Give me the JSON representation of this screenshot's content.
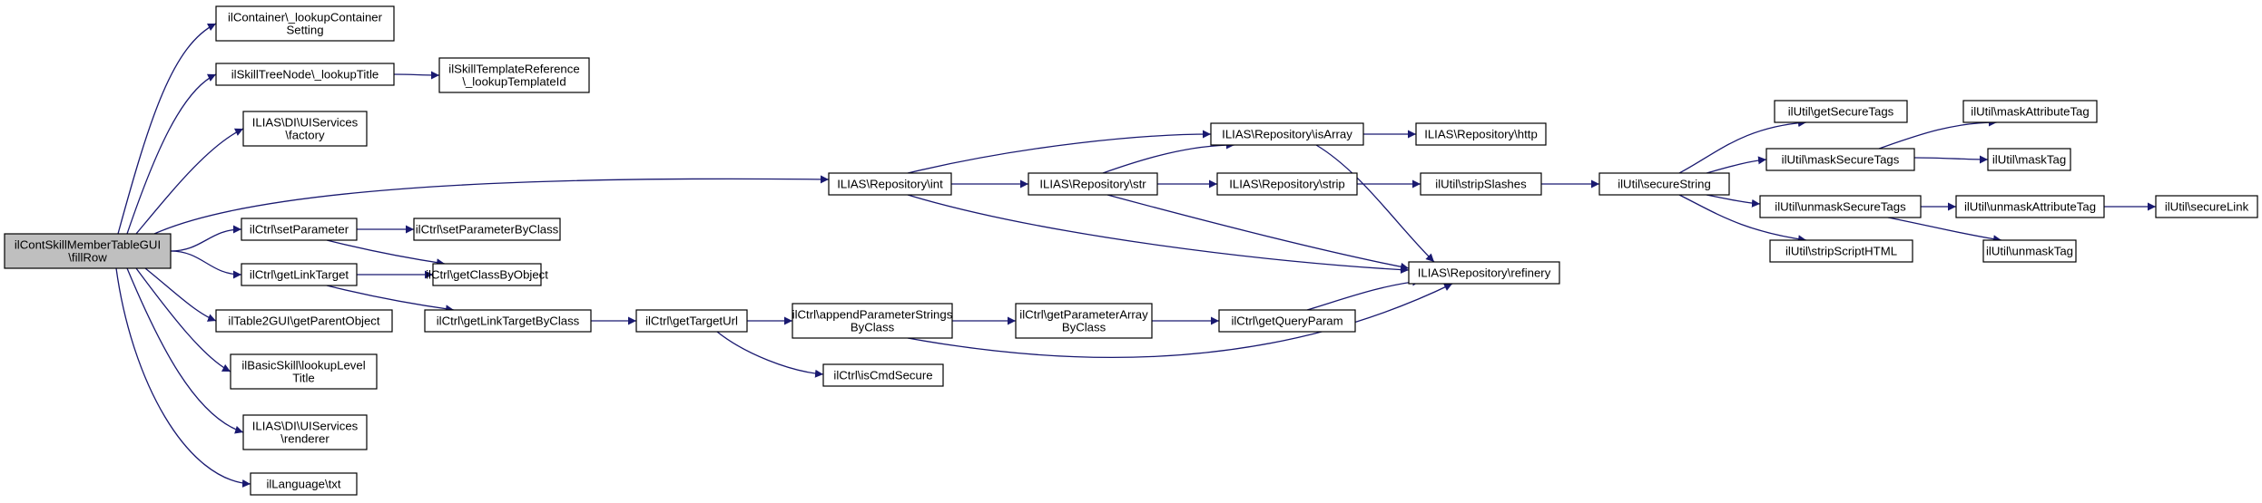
{
  "diagram": {
    "type": "call-graph",
    "colors": {
      "edge": "#191970",
      "node_border": "#000000",
      "root_fill": "#bfbfbf",
      "node_fill": "#ffffff"
    },
    "nodes": [
      {
        "id": "root",
        "lines": [
          "ilContSkillMemberTableGUI",
          "\\fillRow"
        ],
        "root": true
      },
      {
        "id": "lookupContainer",
        "lines": [
          "ilContainer\\_lookupContainer",
          "Setting"
        ]
      },
      {
        "id": "skillTreeLookup",
        "lines": [
          "ilSkillTreeNode\\_lookupTitle"
        ]
      },
      {
        "id": "skillTemplateRef",
        "lines": [
          "ilSkillTemplateReference",
          "\\_lookupTemplateId"
        ]
      },
      {
        "id": "uiFactory",
        "lines": [
          "ILIAS\\DI\\UIServices",
          "\\factory"
        ]
      },
      {
        "id": "repoInt",
        "lines": [
          "ILIAS\\Repository\\int"
        ]
      },
      {
        "id": "repoIsArray",
        "lines": [
          "ILIAS\\Repository\\isArray"
        ]
      },
      {
        "id": "repoHttp",
        "lines": [
          "ILIAS\\Repository\\http"
        ]
      },
      {
        "id": "repoStr",
        "lines": [
          "ILIAS\\Repository\\str"
        ]
      },
      {
        "id": "repoStrip",
        "lines": [
          "ILIAS\\Repository\\strip"
        ]
      },
      {
        "id": "stripSlashes",
        "lines": [
          "ilUtil\\stripSlashes"
        ]
      },
      {
        "id": "secureString",
        "lines": [
          "ilUtil\\secureString"
        ]
      },
      {
        "id": "getSecureTags",
        "lines": [
          "ilUtil\\getSecureTags"
        ]
      },
      {
        "id": "maskSecureTags",
        "lines": [
          "ilUtil\\maskSecureTags"
        ]
      },
      {
        "id": "maskAttributeTag",
        "lines": [
          "ilUtil\\maskAttributeTag"
        ]
      },
      {
        "id": "maskTag",
        "lines": [
          "ilUtil\\maskTag"
        ]
      },
      {
        "id": "unmaskSecureTags",
        "lines": [
          "ilUtil\\unmaskSecureTags"
        ]
      },
      {
        "id": "unmaskAttributeTag",
        "lines": [
          "ilUtil\\unmaskAttributeTag"
        ]
      },
      {
        "id": "secureLink",
        "lines": [
          "ilUtil\\secureLink"
        ]
      },
      {
        "id": "unmaskTag",
        "lines": [
          "ilUtil\\unmaskTag"
        ]
      },
      {
        "id": "stripScriptHTML",
        "lines": [
          "ilUtil\\stripScriptHTML"
        ]
      },
      {
        "id": "repoRefinery",
        "lines": [
          "ILIAS\\Repository\\refinery"
        ]
      },
      {
        "id": "setParameter",
        "lines": [
          "ilCtrl\\setParameter"
        ]
      },
      {
        "id": "setParameterByClass",
        "lines": [
          "ilCtrl\\setParameterByClass"
        ]
      },
      {
        "id": "getLinkTarget",
        "lines": [
          "ilCtrl\\getLinkTarget"
        ]
      },
      {
        "id": "getClassByObject",
        "lines": [
          "ilCtrl\\getClassByObject"
        ]
      },
      {
        "id": "getParentObject",
        "lines": [
          "ilTable2GUI\\getParentObject"
        ]
      },
      {
        "id": "getLinkTargetByClass",
        "lines": [
          "ilCtrl\\getLinkTargetByClass"
        ]
      },
      {
        "id": "getTargetUrl",
        "lines": [
          "ilCtrl\\getTargetUrl"
        ]
      },
      {
        "id": "appendParamStrings",
        "lines": [
          "ilCtrl\\appendParameterStrings",
          "ByClass"
        ]
      },
      {
        "id": "getParamArray",
        "lines": [
          "ilCtrl\\getParameterArray",
          "ByClass"
        ]
      },
      {
        "id": "getQueryParam",
        "lines": [
          "ilCtrl\\getQueryParam"
        ]
      },
      {
        "id": "isCmdSecure",
        "lines": [
          "ilCtrl\\isCmdSecure"
        ]
      },
      {
        "id": "lookupLevelTitle",
        "lines": [
          "ilBasicSkill\\lookupLevel",
          "Title"
        ]
      },
      {
        "id": "uiRenderer",
        "lines": [
          "ILIAS\\DI\\UIServices",
          "\\renderer"
        ]
      },
      {
        "id": "languageTxt",
        "lines": [
          "ilLanguage\\txt"
        ]
      }
    ],
    "edges": [
      {
        "from": "root",
        "to": "lookupContainer"
      },
      {
        "from": "root",
        "to": "skillTreeLookup"
      },
      {
        "from": "root",
        "to": "uiFactory"
      },
      {
        "from": "root",
        "to": "repoInt"
      },
      {
        "from": "root",
        "to": "setParameter"
      },
      {
        "from": "root",
        "to": "getLinkTarget"
      },
      {
        "from": "root",
        "to": "getParentObject"
      },
      {
        "from": "root",
        "to": "lookupLevelTitle"
      },
      {
        "from": "root",
        "to": "uiRenderer"
      },
      {
        "from": "root",
        "to": "languageTxt"
      },
      {
        "from": "skillTreeLookup",
        "to": "skillTemplateRef"
      },
      {
        "from": "repoInt",
        "to": "repoIsArray"
      },
      {
        "from": "repoInt",
        "to": "repoStr"
      },
      {
        "from": "repoInt",
        "to": "repoRefinery"
      },
      {
        "from": "repoIsArray",
        "to": "repoHttp"
      },
      {
        "from": "repoIsArray",
        "to": "repoRefinery"
      },
      {
        "from": "repoStr",
        "to": "repoIsArray"
      },
      {
        "from": "repoStr",
        "to": "repoStrip"
      },
      {
        "from": "repoStr",
        "to": "repoRefinery"
      },
      {
        "from": "repoStrip",
        "to": "stripSlashes"
      },
      {
        "from": "stripSlashes",
        "to": "secureString"
      },
      {
        "from": "secureString",
        "to": "getSecureTags"
      },
      {
        "from": "secureString",
        "to": "maskSecureTags"
      },
      {
        "from": "secureString",
        "to": "unmaskSecureTags"
      },
      {
        "from": "secureString",
        "to": "stripScriptHTML"
      },
      {
        "from": "maskSecureTags",
        "to": "maskAttributeTag"
      },
      {
        "from": "maskSecureTags",
        "to": "maskTag"
      },
      {
        "from": "unmaskSecureTags",
        "to": "unmaskAttributeTag"
      },
      {
        "from": "unmaskSecureTags",
        "to": "unmaskTag"
      },
      {
        "from": "unmaskAttributeTag",
        "to": "secureLink"
      },
      {
        "from": "setParameter",
        "to": "setParameterByClass"
      },
      {
        "from": "setParameter",
        "to": "getClassByObject"
      },
      {
        "from": "getLinkTarget",
        "to": "getClassByObject"
      },
      {
        "from": "getLinkTarget",
        "to": "getLinkTargetByClass"
      },
      {
        "from": "getLinkTargetByClass",
        "to": "getTargetUrl"
      },
      {
        "from": "getTargetUrl",
        "to": "appendParamStrings"
      },
      {
        "from": "getTargetUrl",
        "to": "isCmdSecure"
      },
      {
        "from": "appendParamStrings",
        "to": "getParamArray"
      },
      {
        "from": "appendParamStrings",
        "to": "repoRefinery"
      },
      {
        "from": "getParamArray",
        "to": "getQueryParam"
      },
      {
        "from": "getQueryParam",
        "to": "repoRefinery"
      }
    ]
  }
}
